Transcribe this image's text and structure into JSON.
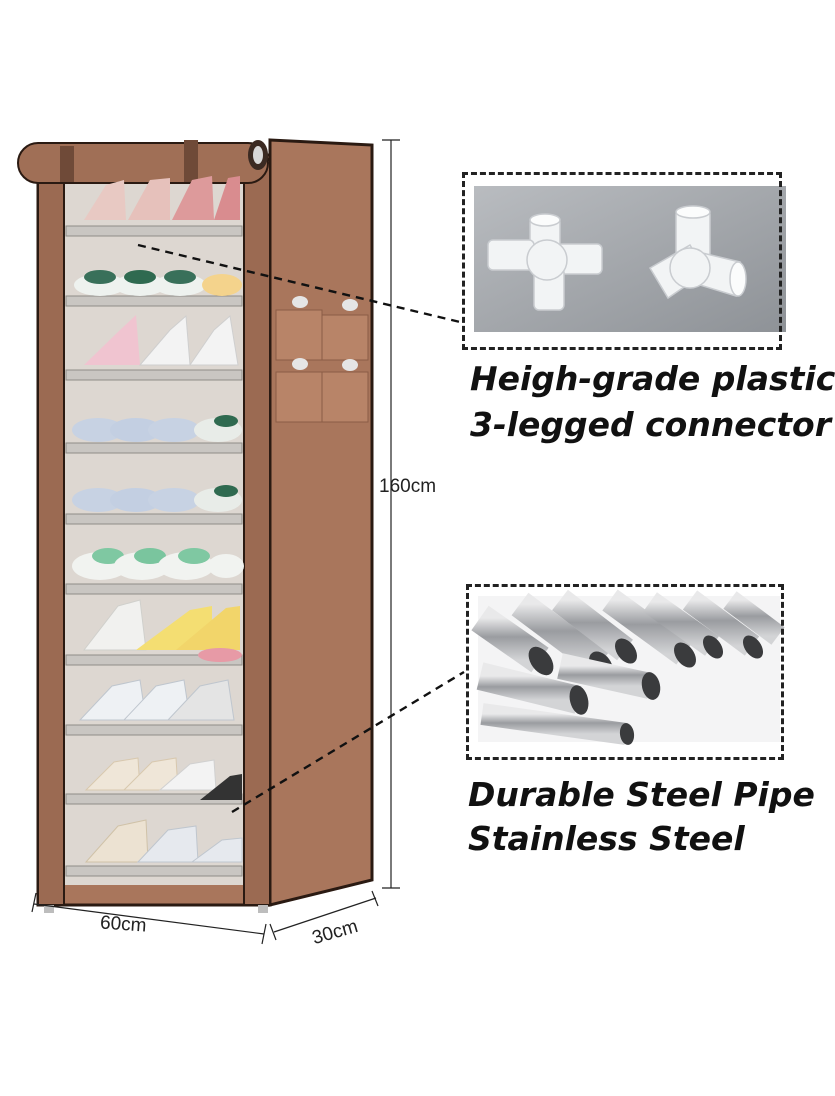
{
  "dimensions": {
    "height": "160cm",
    "width": "60cm",
    "depth": "30cm"
  },
  "features": {
    "connector": {
      "line1": "Heigh-grade plastic",
      "line2": "3-legged connector"
    },
    "pipe": {
      "line1": "Durable Steel Pipe",
      "line2": "Stainless Steel"
    }
  },
  "colors": {
    "cover": "#a9765c",
    "cover_dark": "#7e5440",
    "trim": "#2a1a12",
    "shelf": "#c9c6c2"
  }
}
